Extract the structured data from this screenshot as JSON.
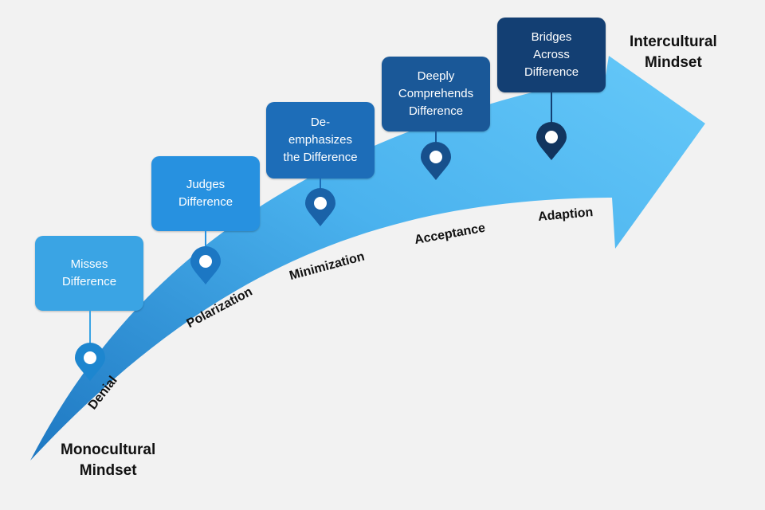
{
  "mindsets": {
    "start": "Monocultural\nMindset",
    "end": "Intercultural\nMindset"
  },
  "stages": [
    {
      "label": "Denial",
      "box_text": "Misses\nDifference",
      "color": "#3aa4e4"
    },
    {
      "label": "Polarization",
      "box_text": "Judges\nDifference",
      "color": "#2791e0"
    },
    {
      "label": "Minimization",
      "box_text": "De-\nemphasizes\nthe Difference",
      "color": "#1d6db8"
    },
    {
      "label": "Acceptance",
      "box_text": "Deeply\nComprehends\nDifference",
      "color": "#1a5898"
    },
    {
      "label": "Adaption",
      "box_text": "Bridges\nAcross\nDifference",
      "color": "#133f73"
    }
  ],
  "colors": {
    "background": "#f2f2f2",
    "arrow_light": "#5bc4f7",
    "arrow_dark": "#1e78c2",
    "text": "#111111"
  }
}
